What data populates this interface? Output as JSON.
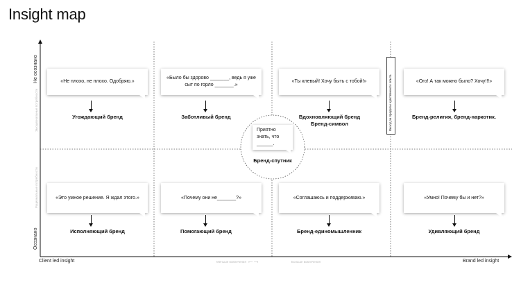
{
  "title": "Insight map",
  "axes": {
    "x_left": "Client led insight",
    "x_right": "Brand led insight",
    "y_top": "Не осознано",
    "y_bottom": "Осознано",
    "x_mid_left": "Меньше вовлечения",
    "x_mid_right": "Больше вовлечения",
    "y_side_top": "Эмоциональные потребности",
    "y_side_bottom": "Рациональные потребности"
  },
  "center": {
    "quote": "Приятно знать, что ______.",
    "brand": "Бренд-спутник"
  },
  "divider_note": "Выход за пределы чувственного опыта",
  "cells": [
    {
      "quote": "«Не плохо, не плохо. Одобряю.»",
      "brand": "Угождающий бренд"
    },
    {
      "quote": "«Было бы здорово _______, ведь я уже сыт по горло _______.»",
      "brand": "Заботливый бренд"
    },
    {
      "quote": "«Ты клевый! Хочу быть с тобой!»",
      "brand": "Вдохновляющий бренд Бренд-символ"
    },
    {
      "quote": "«Ого! А так можно было? Хочу!!!»",
      "brand": "Бренд-религия, бренд-наркотик."
    },
    {
      "quote": "«Это умное решение. Я ждал этого.»",
      "brand": "Исполняющий бренд"
    },
    {
      "quote": "«Почему они не_______?»",
      "brand": "Помогающий бренд"
    },
    {
      "quote": "«Соглашаюсь и поддерживаю.»",
      "brand": "Бренд-единомышленник"
    },
    {
      "quote": "«Умно! Почему бы и нет?»",
      "brand": "Удивляющий бренд"
    }
  ]
}
